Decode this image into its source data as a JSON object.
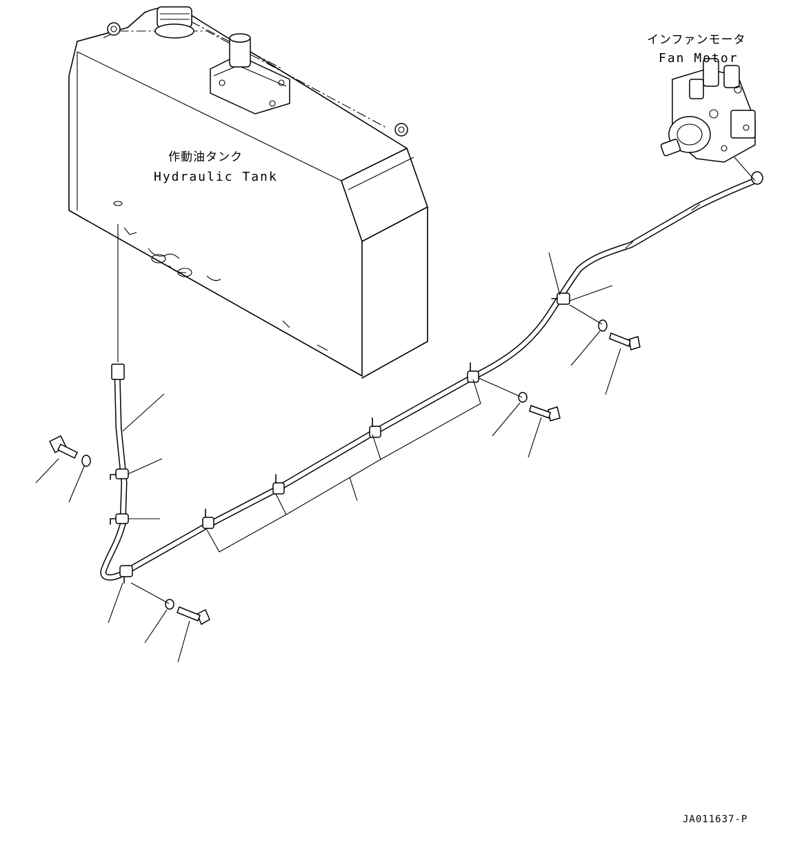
{
  "labels": {
    "tank_jp": "作動油タンク",
    "tank_en": "Hydraulic Tank",
    "motor_jp": "インファンモータ",
    "motor_en": "Fan Motor",
    "drawing_code": "JA011637-P"
  },
  "icons": {
    "tank": "hydraulic-tank-drawing",
    "motor": "fan-motor-drawing",
    "bolt": "bolt-icon",
    "washer": "washer-icon",
    "clamp": "clamp-icon"
  }
}
